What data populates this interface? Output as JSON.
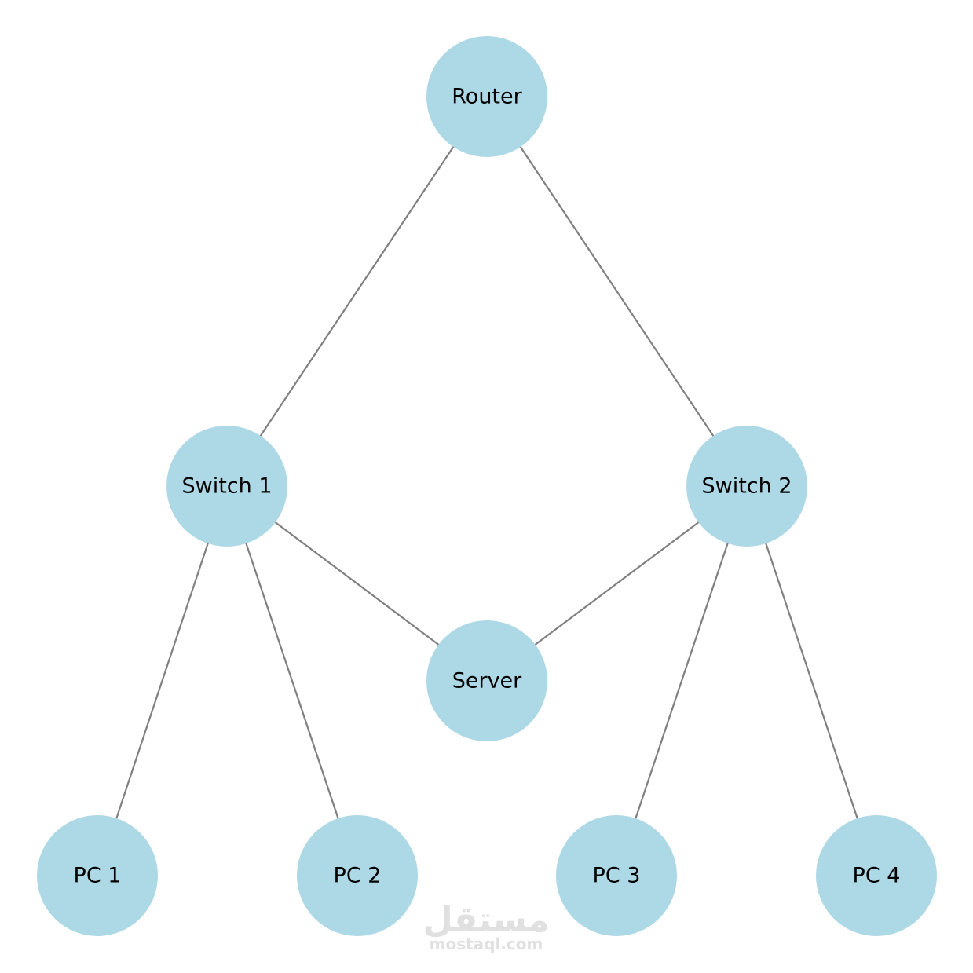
{
  "diagram": {
    "nodes": [
      {
        "id": "router",
        "label": "Router"
      },
      {
        "id": "switch1",
        "label": "Switch 1"
      },
      {
        "id": "switch2",
        "label": "Switch 2"
      },
      {
        "id": "server",
        "label": "Server"
      },
      {
        "id": "pc1",
        "label": "PC 1"
      },
      {
        "id": "pc2",
        "label": "PC 2"
      },
      {
        "id": "pc3",
        "label": "PC 3"
      },
      {
        "id": "pc4",
        "label": "PC 4"
      }
    ],
    "edges": [
      {
        "from": "router",
        "to": "switch1"
      },
      {
        "from": "router",
        "to": "switch2"
      },
      {
        "from": "switch1",
        "to": "server"
      },
      {
        "from": "switch2",
        "to": "server"
      },
      {
        "from": "switch1",
        "to": "pc1"
      },
      {
        "from": "switch1",
        "to": "pc2"
      },
      {
        "from": "switch2",
        "to": "pc3"
      },
      {
        "from": "switch2",
        "to": "pc4"
      }
    ],
    "colors": {
      "node_fill": "#add8e6",
      "edge": "#808080",
      "label": "#000000"
    }
  },
  "watermark": {
    "arabic": "مستقل",
    "url": "mostaql.com"
  }
}
